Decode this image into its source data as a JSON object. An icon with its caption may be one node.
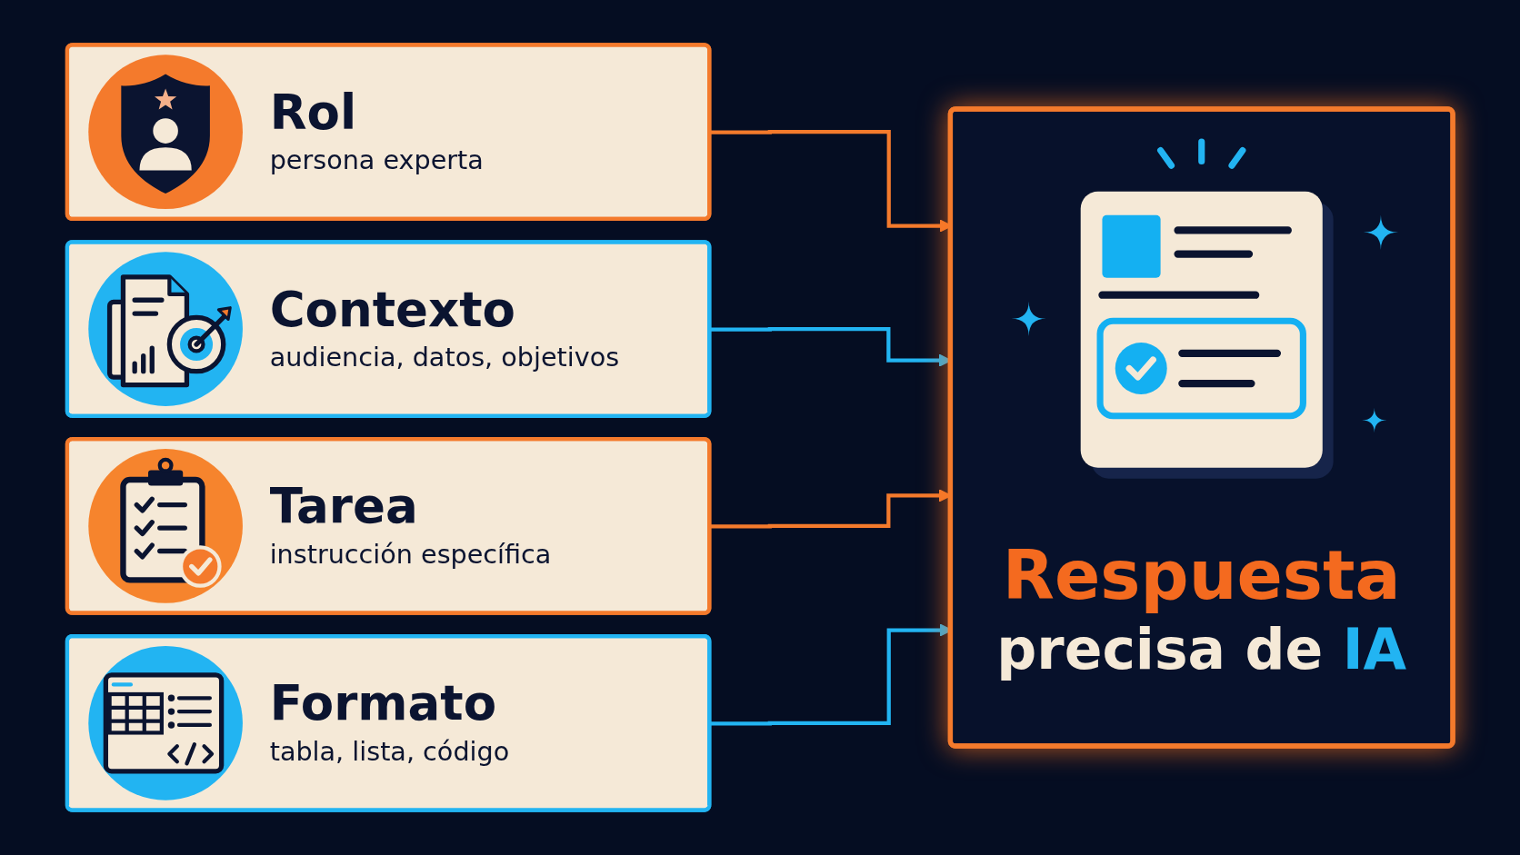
{
  "diagram": {
    "nodes": [
      {
        "text": [
          "Rol",
          "persona experta"
        ]
      },
      {
        "text": [
          "Contexto",
          "audiencia, datos, objetivos"
        ]
      },
      {
        "text": [
          "Tarea",
          "instrucción específica"
        ]
      },
      {
        "text": [
          "Formato",
          "tabla, lista, código"
        ]
      },
      {
        "text": [
          "Respuesta",
          "precisa de IA"
        ]
      }
    ],
    "edges": [
      {
        "from": 0,
        "to": 4,
        "arrow": "to",
        "color": "#f47a2c"
      },
      {
        "from": 1,
        "to": 4,
        "arrow": "to",
        "color": "#22b4f2"
      },
      {
        "from": 2,
        "to": 4,
        "arrow": "to",
        "color": "#f47a2c"
      },
      {
        "from": 3,
        "to": 4,
        "arrow": "to",
        "color": "#22b4f2"
      }
    ]
  }
}
